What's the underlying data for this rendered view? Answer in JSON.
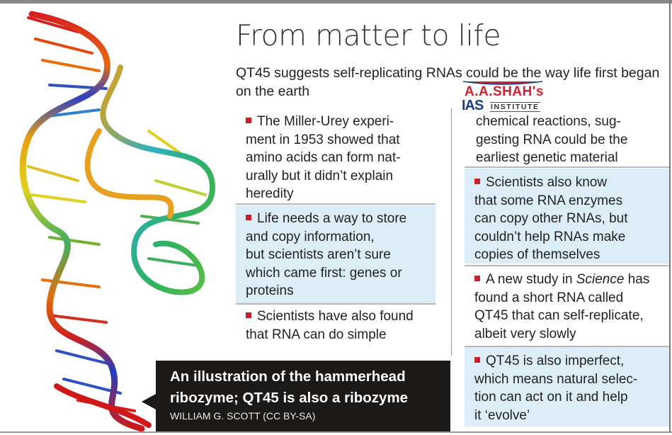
{
  "title": "From matter to life",
  "subtitle": "QT45 suggests self-replicating RNAs could be the way life first began on the earth",
  "logo": {
    "name": "A.A.SHAH's",
    "ias": "IAS",
    "institute": "INSTITUTE"
  },
  "left_column": [
    {
      "text": "The Miller-Urey experi-\nment in 1953 showed that\namino acids can form nat-\nurally but it didn’t explain\nheredity",
      "highlight": false
    },
    {
      "text": "Life needs a way to store\nand copy information,\nbut scientists aren’t sure\nwhich came first: genes or\nproteins",
      "highlight": true
    },
    {
      "text": "Scientists have also found\nthat RNA can do simple",
      "highlight": false
    }
  ],
  "right_column": [
    {
      "text": "chemical reactions, sug-\ngesting RNA could be the\nearliest genetic material",
      "highlight": false
    },
    {
      "text": "Scientists also know\nthat some RNA enzymes\ncan copy other RNAs, but\ncouldn’t help RNAs make\ncopies of themselves",
      "highlight": true
    },
    {
      "text_before": "A new study in ",
      "text_italic": "Science",
      "text_after": " has\nfound a short RNA called\nQT45 that can self-replicate,\nalbeit very slowly",
      "highlight": false
    },
    {
      "text": "QT45 is also imperfect,\nwhich means natural selec-\ntion can act on it and help\nit ‘evolve’",
      "highlight": true
    }
  ],
  "caption": {
    "text": "An illustration of the hammerhead\nribozyme; QT45 is also a ribozyme",
    "credit": "WILLIAM G. SCOTT (CC BY-SA)"
  },
  "colors": {
    "bullet": "#c8202a",
    "highlight_bg": "#dcedf8",
    "caption_bg": "#1b1a19"
  }
}
